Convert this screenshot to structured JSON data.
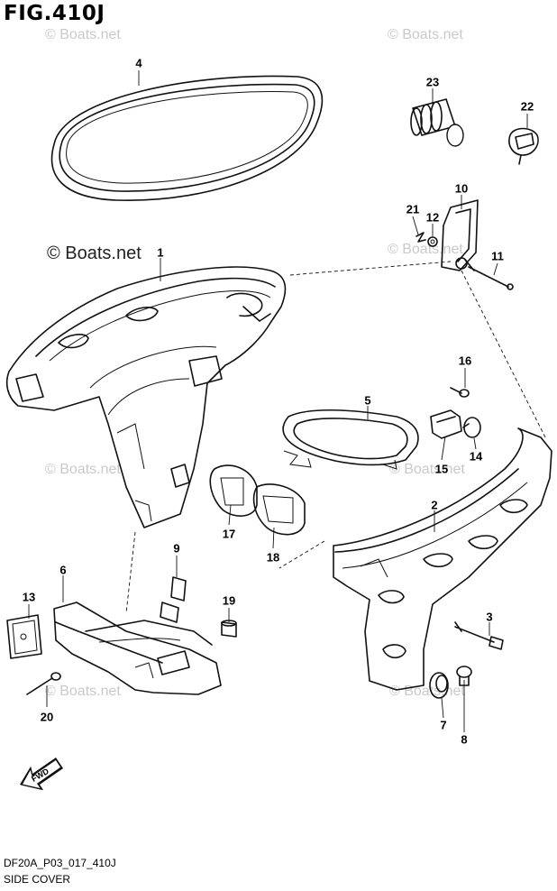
{
  "figure": {
    "title": "FIG.410J",
    "code": "DF20A_P03_017_410J",
    "name": "SIDE COVER"
  },
  "watermark": {
    "main": "© Boats.net",
    "faint": "© Boats.net"
  },
  "fwd_label": "FWD",
  "callouts": [
    "1",
    "2",
    "3",
    "4",
    "5",
    "6",
    "7",
    "8",
    "9",
    "10",
    "11",
    "12",
    "13",
    "14",
    "15",
    "16",
    "17",
    "18",
    "19",
    "20",
    "21",
    "22",
    "23"
  ]
}
